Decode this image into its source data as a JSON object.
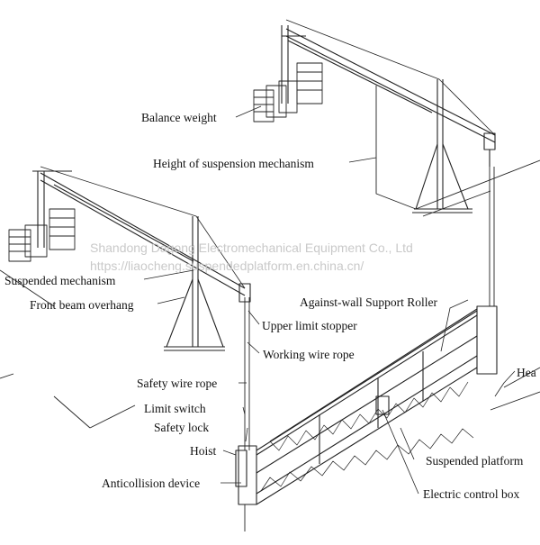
{
  "watermark": {
    "company": "Shandong Dagong Electromechanical Equipment Co., Ltd",
    "url": "https://liaocheng.suspendedplatform.en.china.cn/"
  },
  "labels": {
    "balance_weight": "Balance weight",
    "height_of_suspension_mechanism": "Height of suspension mechanism",
    "suspended_mechanism": "Suspended mechanism",
    "front_beam_overhang": "Front beam overhang",
    "against_wall_support_roller": "Against-wall Support Roller",
    "upper_limit_stopper": "Upper limit stopper",
    "working_wire_rope": "Working wire rope",
    "safety_wire_rope": "Safety wire rope",
    "limit_switch": "Limit switch",
    "safety_lock": "Safety lock",
    "hoist": "Hoist",
    "anticollision_device": "Anticollision device",
    "suspended_platform": "Suspended  platform",
    "electric_control_box": "Electric control  box",
    "head": "Hea"
  },
  "colors": {
    "line": "#222222",
    "text": "#111111",
    "watermark": "#c9c9c9"
  }
}
